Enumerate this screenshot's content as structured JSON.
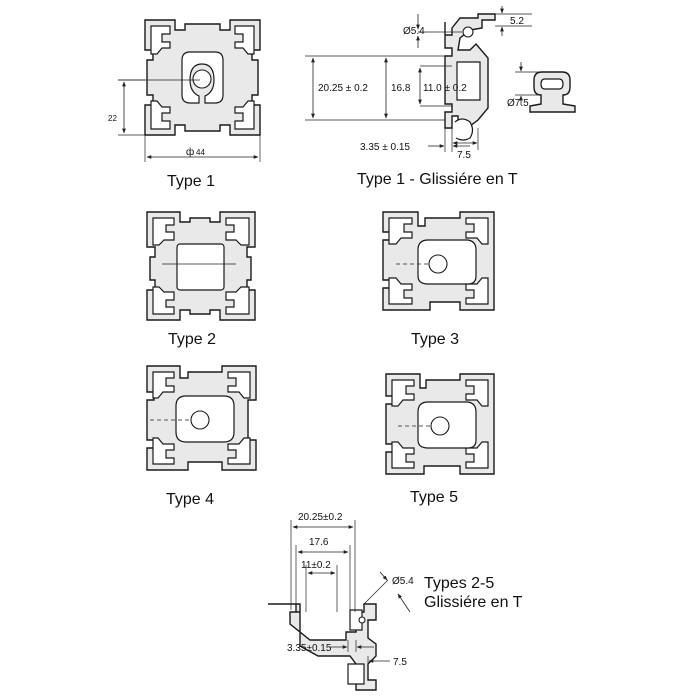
{
  "labels": {
    "type1": "Type 1",
    "type1_slot": "Type 1 - Glissiére en T",
    "type2": "Type 2",
    "type3": "Type 3",
    "type4": "Type 4",
    "type5": "Type 5",
    "types25_line1": "Types 2-5",
    "types25_line2": "Glissiére en T"
  },
  "dims_type1": {
    "height": "22",
    "width": "44",
    "width_symbol": "ф"
  },
  "dims_slot1": {
    "d54": "Ø5.4",
    "d52": "5.2",
    "d2025": "20.25 ± 0.2",
    "d168": "16.8",
    "d110": "11.0 ± 0.2",
    "d335": "3.35 ± 0.15",
    "d75": "7.5",
    "dia75": "Ø7.5"
  },
  "dims_slot25": {
    "d2025": "20.25±0.2",
    "d176": "17.6",
    "d11": "11±0.2",
    "d54": "Ø5.4",
    "d335": "3.35±0.15",
    "d75": "7.5"
  }
}
